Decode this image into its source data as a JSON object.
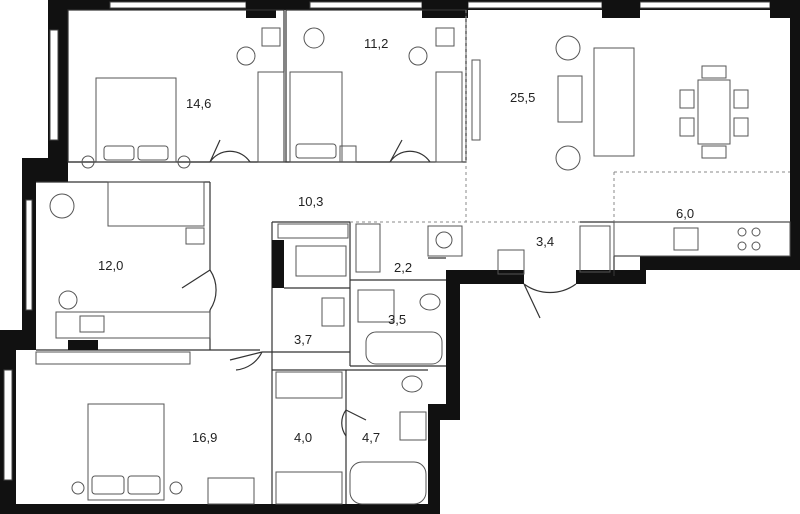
{
  "rooms": [
    {
      "id": "bedroom-left-top",
      "area": "14,6"
    },
    {
      "id": "bedroom-mid-top",
      "area": "11,2"
    },
    {
      "id": "living-dining",
      "area": "25,5"
    },
    {
      "id": "hall",
      "area": "10,3"
    },
    {
      "id": "kitchen",
      "area": "6,0"
    },
    {
      "id": "bedroom-left-mid",
      "area": "12,0"
    },
    {
      "id": "laundry",
      "area": "2,2"
    },
    {
      "id": "entrance",
      "area": "3,4"
    },
    {
      "id": "bathroom-small",
      "area": "3,5"
    },
    {
      "id": "storage",
      "area": "3,7"
    },
    {
      "id": "master-bedroom",
      "area": "16,9"
    },
    {
      "id": "dressing",
      "area": "4,0"
    },
    {
      "id": "master-bath",
      "area": "4,7"
    }
  ]
}
